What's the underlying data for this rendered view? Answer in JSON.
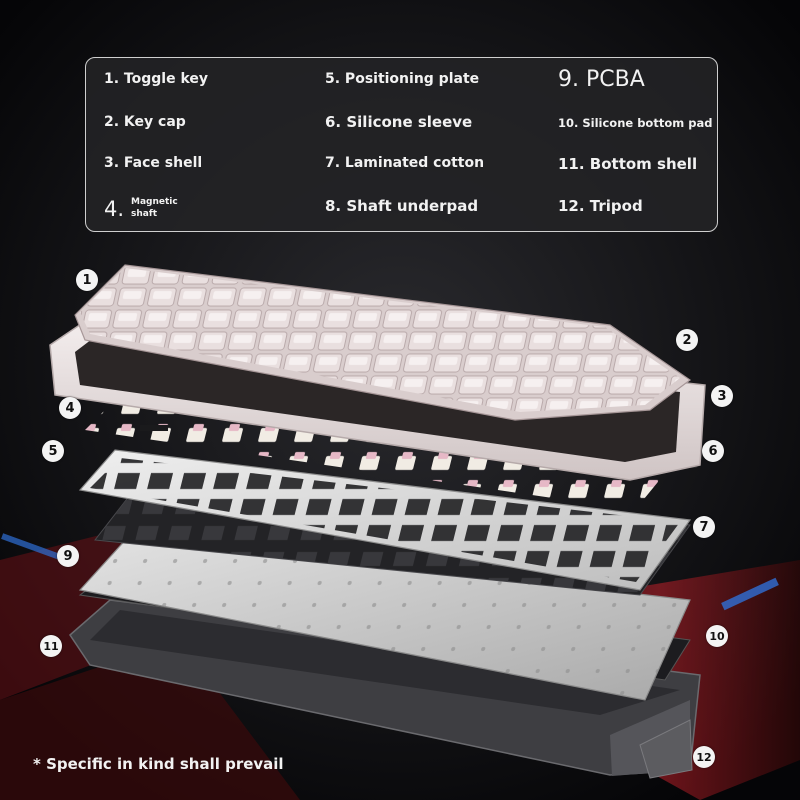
{
  "legend": {
    "item1": "1. Toggle key",
    "item2": "2. Key cap",
    "item3": "3. Face shell",
    "item4_number": "4.",
    "item4_text_line1": "Magnetic",
    "item4_text_line2": "shaft",
    "item5": "5. Positioning plate",
    "item6": "6. Silicone sleeve",
    "item7": "7. Laminated cotton",
    "item8": "8. Shaft underpad",
    "item9": "9. PCBA",
    "item10": "10. Silicone bottom pad",
    "item11": "11. Bottom shell",
    "item12": "12. Tripod"
  },
  "callouts": {
    "c1": "1",
    "c2": "2",
    "c3": "3",
    "c4": "4",
    "c5": "5",
    "c6": "6",
    "c7": "7",
    "c9": "9",
    "c10": "10",
    "c11": "11",
    "c12": "12"
  },
  "footnote": "* Specific in kind shall prevail",
  "colors": {
    "background": "#0b0b0d",
    "accent_red": "#c0202a",
    "accent_blue": "#2f6fd6",
    "keycap": "#e8dede",
    "switch_pink": "#e6b8c6",
    "shell_gray": "#4a4a4e"
  }
}
